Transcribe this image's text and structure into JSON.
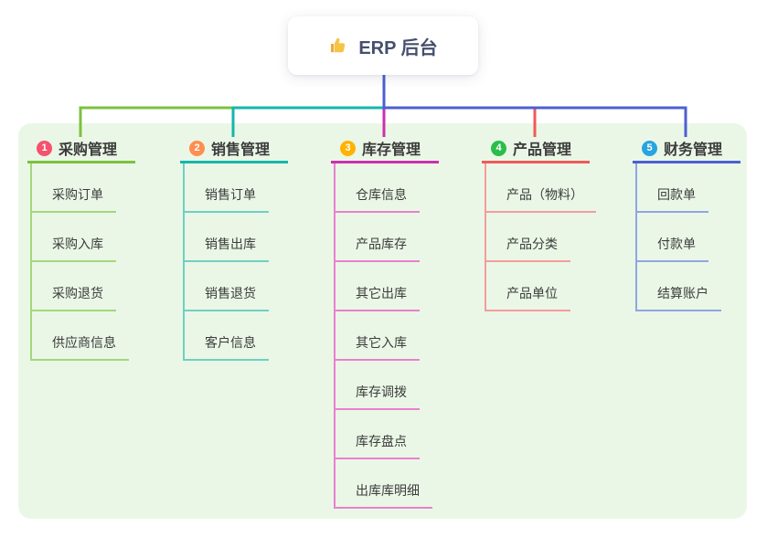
{
  "root": {
    "icon": "thumbs-up",
    "label": "ERP 后台"
  },
  "colors": {
    "canvas_bg": "#ffffff",
    "panel_bg": "#eaf7e6",
    "root_text": "#454f6e",
    "root_connector": "#4c5fd3"
  },
  "branches": [
    {
      "num": "1",
      "label": "采购管理",
      "badge_color": "#f4526d",
      "line_color": "#7cc13f",
      "child_line_color": "#a3d67d",
      "children": [
        "采购订单",
        "采购入库",
        "采购退货",
        "供应商信息"
      ]
    },
    {
      "num": "2",
      "label": "销售管理",
      "badge_color": "#ff8e4f",
      "line_color": "#14b7ab",
      "child_line_color": "#6fcfc4",
      "children": [
        "销售订单",
        "销售出库",
        "销售退货",
        "客户信息"
      ]
    },
    {
      "num": "3",
      "label": "库存管理",
      "badge_color": "#ffb200",
      "line_color": "#cc2fb0",
      "child_line_color": "#ea7fd0",
      "children": [
        "仓库信息",
        "产品库存",
        "其它出库",
        "其它入库",
        "库存调拨",
        "库存盘点",
        "出库库明细"
      ]
    },
    {
      "num": "4",
      "label": "产品管理",
      "badge_color": "#2abd4a",
      "line_color": "#f05a5a",
      "child_line_color": "#f59c9c",
      "children": [
        "产品（物料）",
        "产品分类",
        "产品单位"
      ]
    },
    {
      "num": "5",
      "label": "财务管理",
      "badge_color": "#29a4e0",
      "line_color": "#4c5fd3",
      "child_line_color": "#8ea6e4",
      "children": [
        "回款单",
        "付款单",
        "结算账户"
      ]
    }
  ]
}
